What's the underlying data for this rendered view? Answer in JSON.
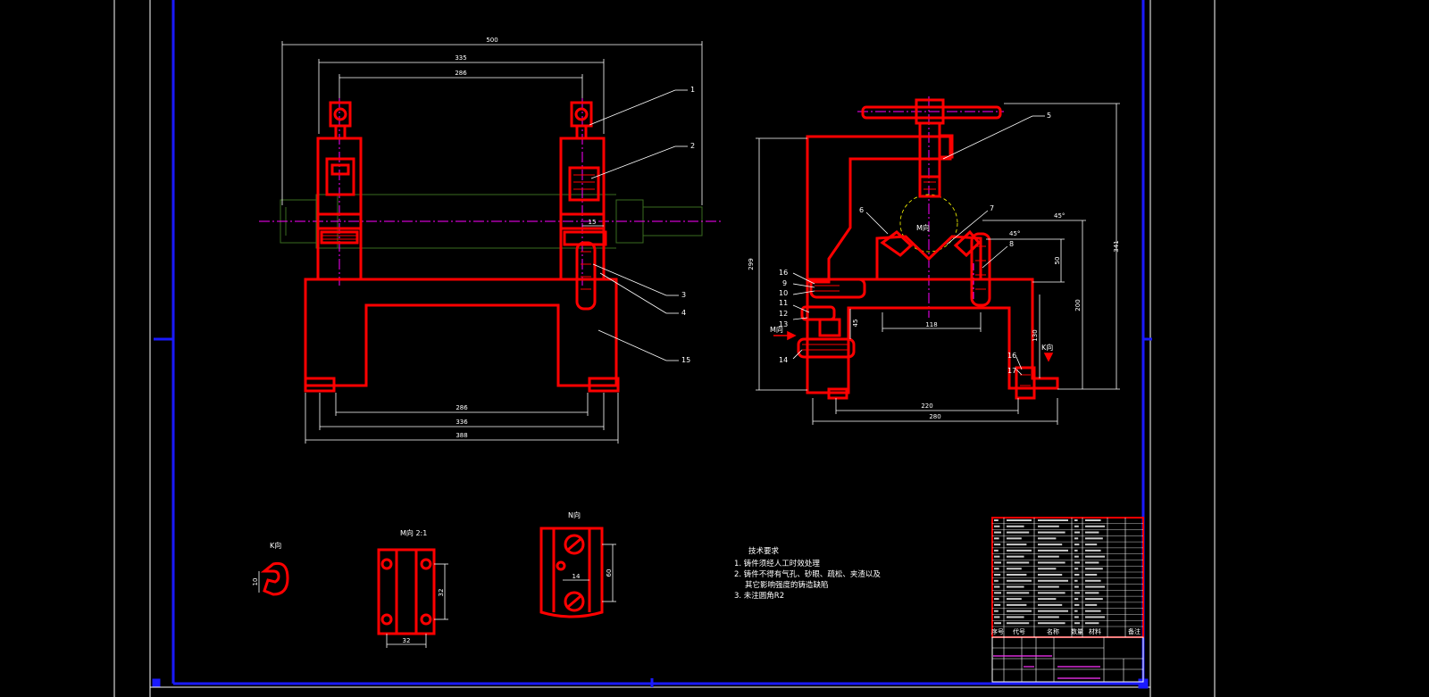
{
  "colors": {
    "background": "#000000",
    "part": "#ff0000",
    "frame": "#1a1aff",
    "dimension": "#ffffff",
    "centerline": "#ff00ff",
    "hidden_axis": "#3a6b1f",
    "title_text": "#ff33ff"
  },
  "views": {
    "front": {
      "dims": {
        "overall": "500",
        "top1": "335",
        "top2": "286",
        "bottom1": "286",
        "bottom2": "336",
        "bottom3": "388",
        "small": "15"
      },
      "callouts": [
        "1",
        "2",
        "3",
        "4",
        "15"
      ]
    },
    "side": {
      "dims": {
        "height_total": "341",
        "left_total": "299",
        "w_mid": "118",
        "w220": "220",
        "w280": "280",
        "h200": "200",
        "h130": "130",
        "h50": "50",
        "h45": "45",
        "ang1": "45°",
        "ang2": "45°"
      },
      "callouts": [
        "5",
        "6",
        "7",
        "8",
        "9",
        "10",
        "11",
        "12",
        "13",
        "14",
        "16",
        "17"
      ],
      "view_m": "M向",
      "view_k": "K向"
    },
    "k_view": {
      "title": "K向",
      "dim": "10"
    },
    "m_view": {
      "title": "M向 2:1",
      "dim_h": "32",
      "dim_w": "32"
    },
    "n_view": {
      "title": "N向",
      "dim_w": "14",
      "dim_h": "60"
    }
  },
  "notes": {
    "title": "技术要求",
    "lines": [
      "1. 铸件须经人工时效处理",
      "2. 铸件不得有气孔、砂眼、疏松、夹渣以及",
      "其它影响强度的铸造缺陷",
      "3. 未注圆角R2"
    ]
  },
  "title_block": {
    "headers": [
      "序号",
      "代号",
      "名称",
      "数量",
      "材料",
      "备注"
    ]
  }
}
